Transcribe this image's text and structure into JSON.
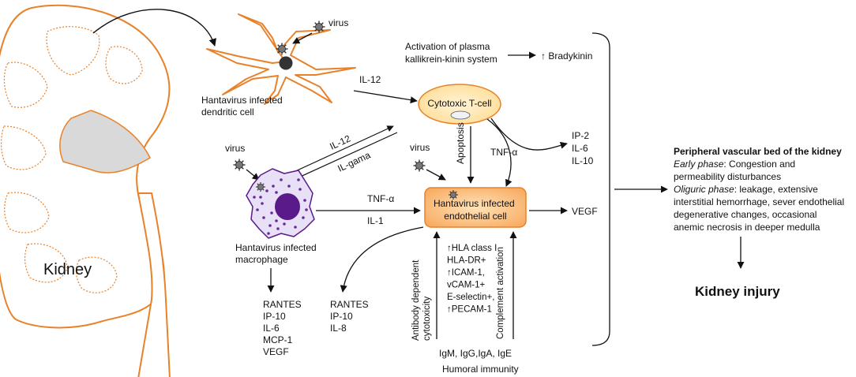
{
  "kidney": {
    "label": "Kidney"
  },
  "virus_label": "virus",
  "dendritic": {
    "label_lines": [
      "Hantavirus infected",
      "dendritic cell"
    ]
  },
  "kallikrein": {
    "label_lines": [
      "Activation of plasma",
      "kallikrein-kinin system"
    ],
    "result": "Bradykinin"
  },
  "tcell": {
    "label": "Cytotoxic T-cell"
  },
  "labels": {
    "il12_top": "IL-12",
    "il12_mid": "IL-12",
    "il_gama": "IL-gama",
    "apoptosis": "Apoptosis",
    "tnf_right": "TNF-α",
    "tnf_mid": "TNF-α",
    "il1": "IL-1",
    "vegf": "VEGF",
    "adcc_lines": [
      "Antibody dependent",
      "cytotoxicity"
    ],
    "complement": "Complement activation"
  },
  "tcell_outputs": [
    "IP-2",
    "IL-6",
    "IL-10"
  ],
  "endothelial": {
    "label_lines": [
      "Hantavirus infected",
      "endothelial cell"
    ]
  },
  "macrophage": {
    "label_lines": [
      "Hantavirus infected",
      "macrophage"
    ]
  },
  "macrophage_outputs": [
    "RANTES",
    "IP-10",
    "IL-6",
    "MCP-1",
    "VEGF"
  ],
  "endothelial_outputs": [
    "RANTES",
    "IP-10",
    "IL-8"
  ],
  "markers": [
    "HLA class I",
    "HLA-DR+",
    "ICAM-1,",
    "vCAM-1+",
    "E-selectin+,",
    "PECAM-1"
  ],
  "markers_up": [
    true,
    false,
    true,
    false,
    false,
    true
  ],
  "humoral": {
    "antibodies": "IgM, IgG,IgA, IgE",
    "label": "Humoral immunity"
  },
  "peripheral": {
    "title": "Peripheral vascular bed of the kidney",
    "early_label": "Early phase",
    "early_text_1": ": Congestion and",
    "early_text_2": "permeability disturbances",
    "oliguric_label": "Oliguric phase",
    "oliguric_text_1": ": leakage, extensive",
    "oliguric_rest": [
      "interstitial hemorrhage, sever endothelial",
      "degenerative changes, occasional",
      "anemic necrosis in deeper medulla"
    ]
  },
  "injury": "Kidney injury",
  "colors": {
    "orange": "#e8822a",
    "macrophage": "#5a1a8a",
    "cell_fill": "#ffe2b0"
  }
}
